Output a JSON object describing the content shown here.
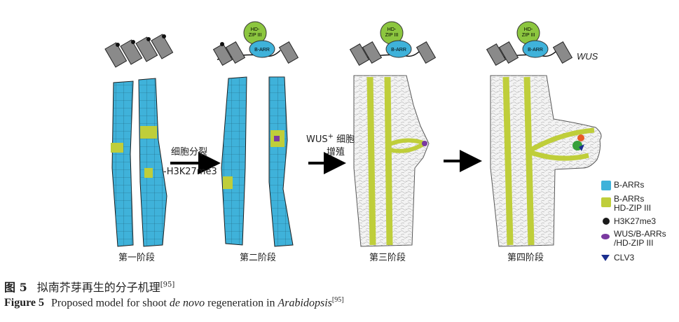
{
  "stages": [
    "第一阶段",
    "第二阶段",
    "第三阶段",
    "第四阶段"
  ],
  "arrow1": {
    "line1": "细胞分裂",
    "line2": "-H3K27me3"
  },
  "arrow2": {
    "line1": "WUS",
    "sup": "+",
    "line1_rest": " 细胞",
    "line2": "增殖"
  },
  "complex": {
    "top": "HD-\nZIP III",
    "top_line1": "HD-",
    "top_line2": "ZIP III",
    "bottom": "B-ARR"
  },
  "wus_label": "WUS",
  "legend": [
    {
      "line1": "B-ARRs",
      "line2": "",
      "color": "#3fb2da",
      "shape": "rect"
    },
    {
      "line1": "B-ARRs",
      "line2": "HD-ZIP III",
      "color": "#bfce3a",
      "shape": "rect"
    },
    {
      "line1": "H3K27me3",
      "line2": "",
      "color": "#1a1a1a",
      "shape": "circle"
    },
    {
      "line1": "WUS/B-ARRs",
      "line2": "/HD-ZIP III",
      "color": "#7a3aa0",
      "shape": "ellipse"
    },
    {
      "line1": "CLV3",
      "line2": "",
      "color": "#1b2f8f",
      "shape": "triangle"
    }
  ],
  "caption_cn": {
    "label": "图 5",
    "text": "拟南芥芽再生的分子机理",
    "ref": "[95]"
  },
  "caption_en": {
    "label": "Figure 5",
    "text_before": "Proposed model for shoot ",
    "italic1": "de novo",
    "text_mid": " regeneration in ",
    "italic2": "Arabidopsis",
    "ref": "[95]"
  }
}
